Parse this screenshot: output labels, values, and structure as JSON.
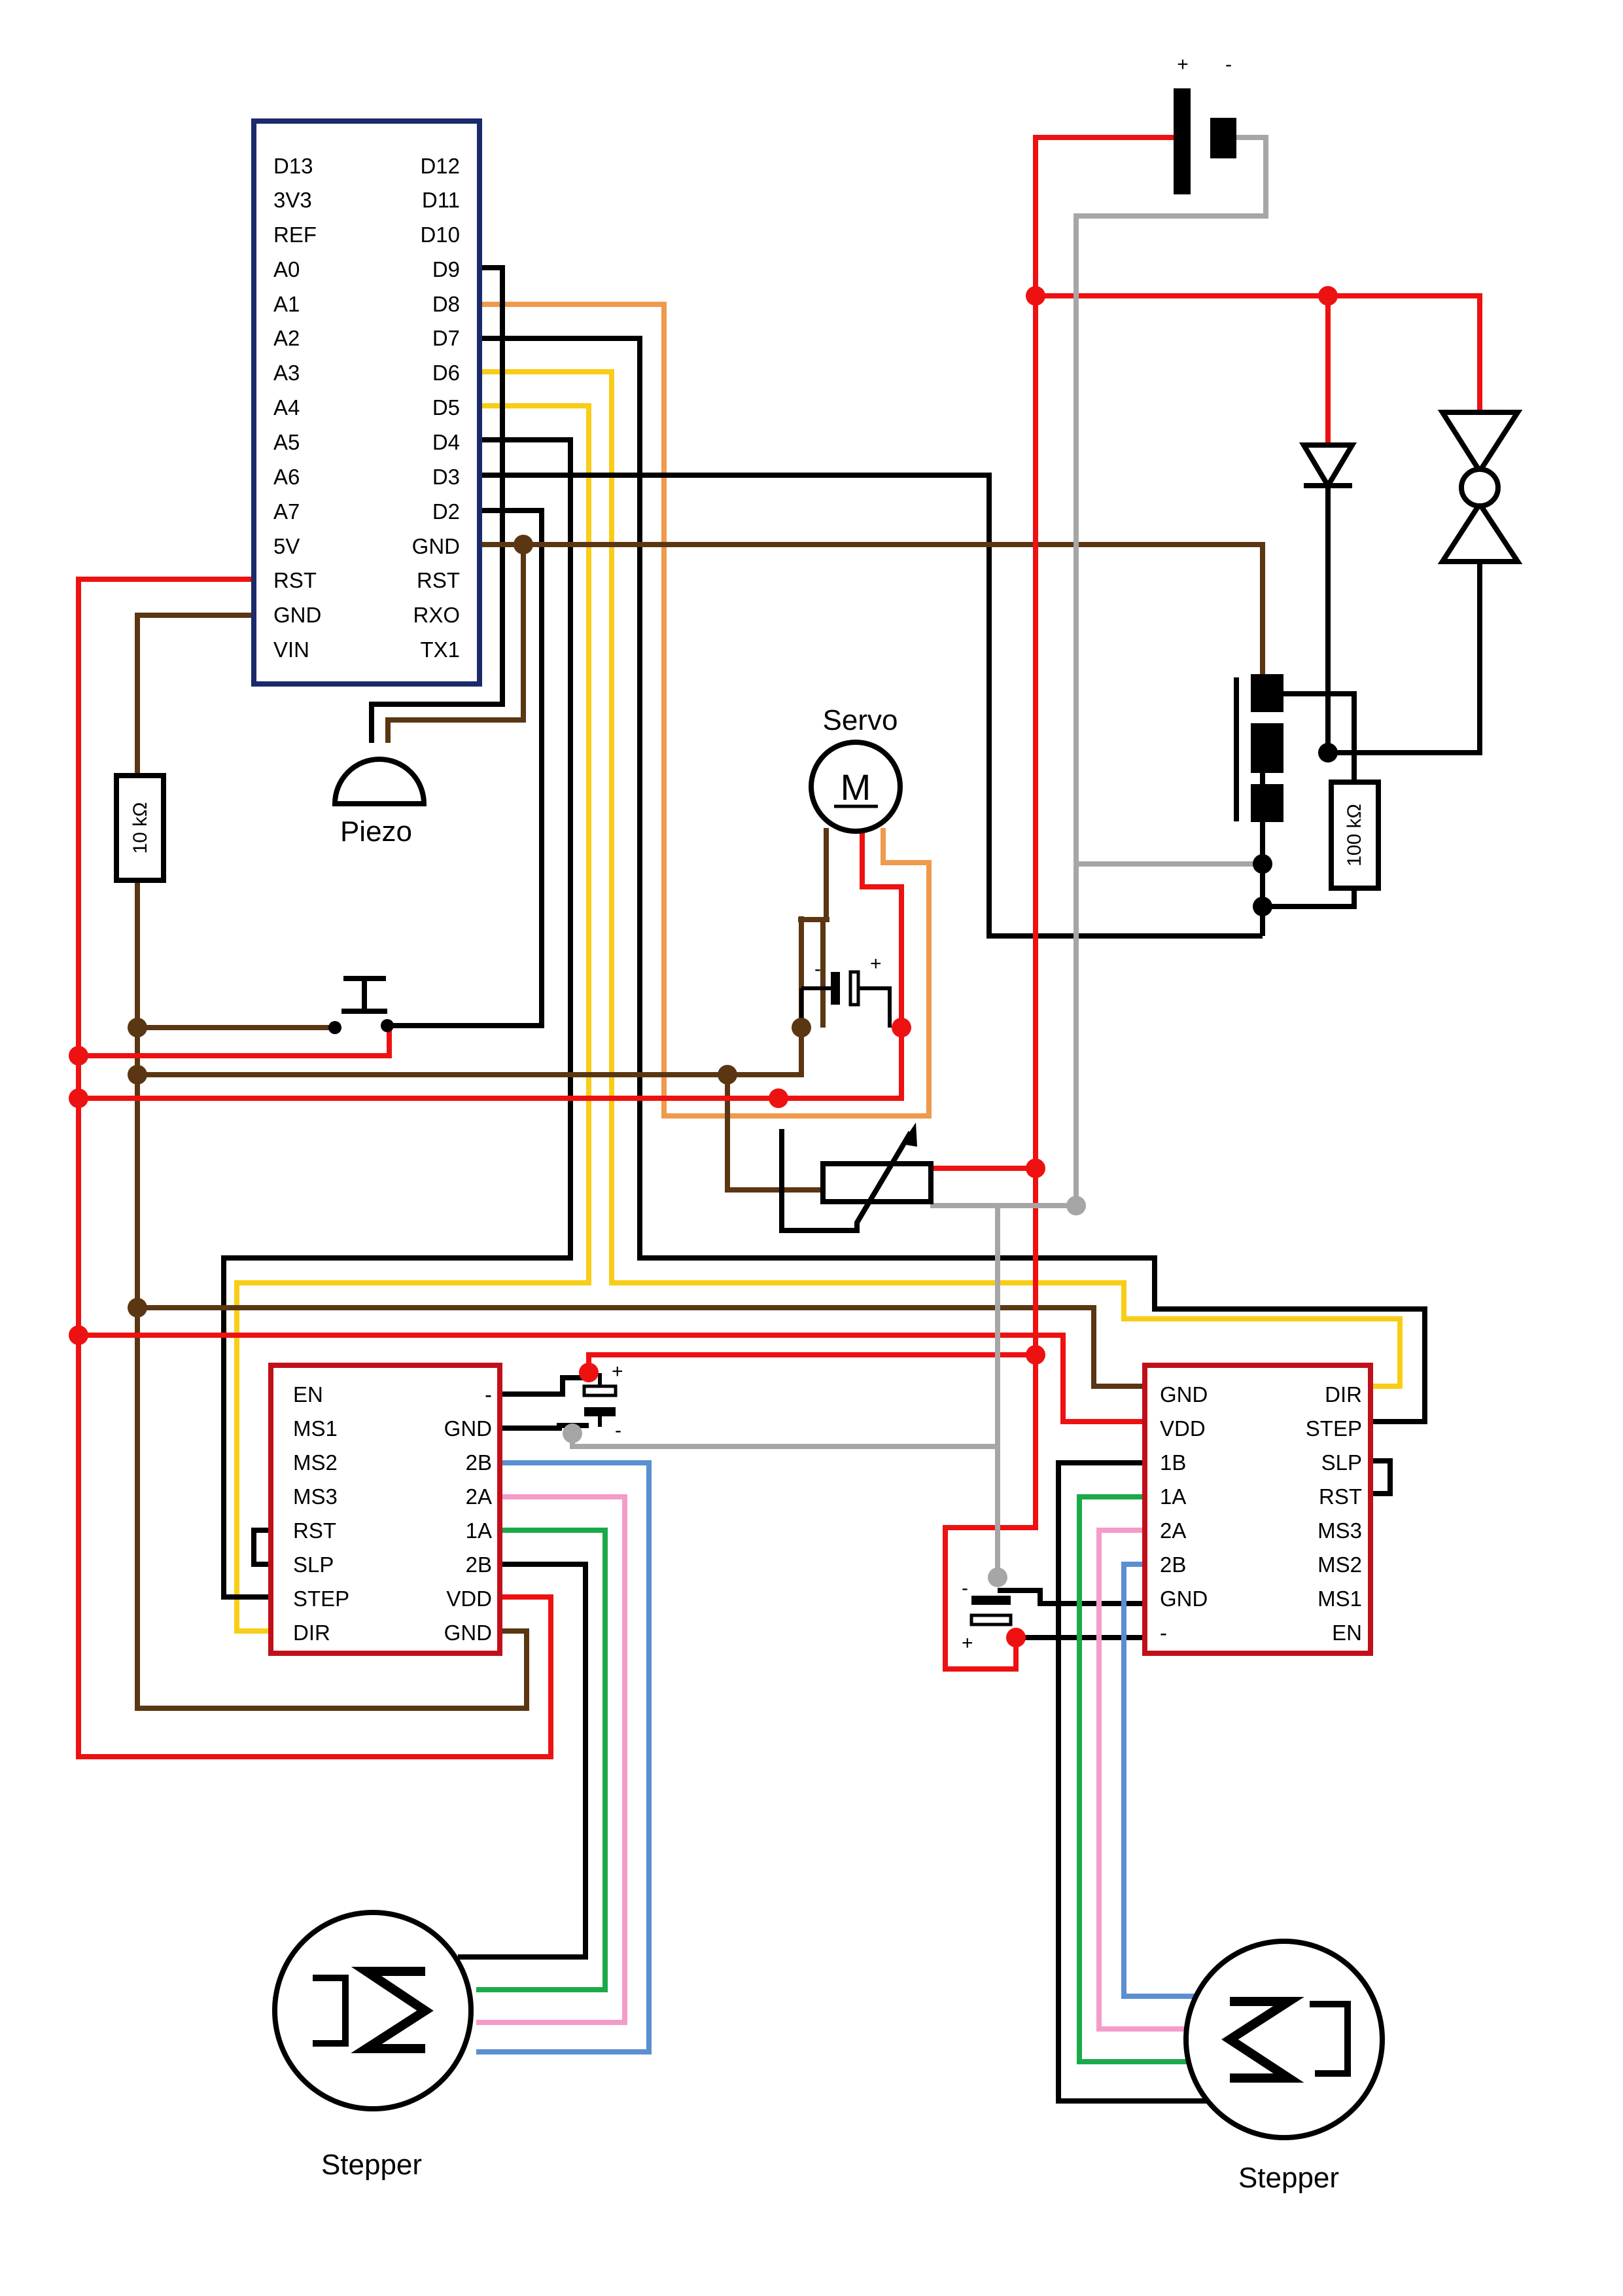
{
  "arduino": {
    "left_pins": [
      "D13",
      "3V3",
      "REF",
      "A0",
      "A1",
      "A2",
      "A3",
      "A4",
      "A5",
      "A6",
      "A7",
      "5V",
      "RST",
      "GND",
      "VIN"
    ],
    "right_pins": [
      "D12",
      "D11",
      "D10",
      "D9",
      "D8",
      "D7",
      "D6",
      "D5",
      "D4",
      "D3",
      "D2",
      "GND",
      "RST",
      "RXO",
      "TX1"
    ]
  },
  "driver_left": {
    "left_pins": [
      "EN",
      "MS1",
      "MS2",
      "MS3",
      "RST",
      "SLP",
      "STEP",
      "DIR"
    ],
    "right_pins": [
      "-",
      "GND",
      "2B",
      "2A",
      "1A",
      "2B",
      "VDD",
      "GND"
    ]
  },
  "driver_right": {
    "left_pins": [
      "GND",
      "VDD",
      "1B",
      "1A",
      "2A",
      "2B",
      "GND",
      "-"
    ],
    "right_pins": [
      "DIR",
      "STEP",
      "SLP",
      "RST",
      "MS3",
      "MS2",
      "MS1",
      "EN"
    ]
  },
  "labels": {
    "piezo": "Piezo",
    "servo": "Servo",
    "servo_symbol": "M",
    "stepper_left": "Stepper",
    "stepper_right": "Stepper",
    "resistor_10k": "10 kΩ",
    "resistor_100k": "100 kΩ",
    "battery_plus": "+",
    "battery_minus": "-",
    "cap_servo_minus": "-",
    "cap_servo_plus": "+",
    "cap_left_plus": "+",
    "cap_left_minus": "-",
    "cap_right_minus": "-",
    "cap_right_plus": "+"
  },
  "colors": {
    "wire_black": "#000000",
    "wire_red": "#ee1111",
    "wire_brown": "#5a3612",
    "wire_gray": "#a6a6a6",
    "wire_yellow": "#f8cd18",
    "wire_orange": "#ef9a4c",
    "wire_blue": "#5b8fd0",
    "wire_pink": "#f49cc8",
    "wire_green": "#1aaa4a",
    "arduino_border": "#1a2a6a",
    "driver_border": "#c0101a"
  }
}
